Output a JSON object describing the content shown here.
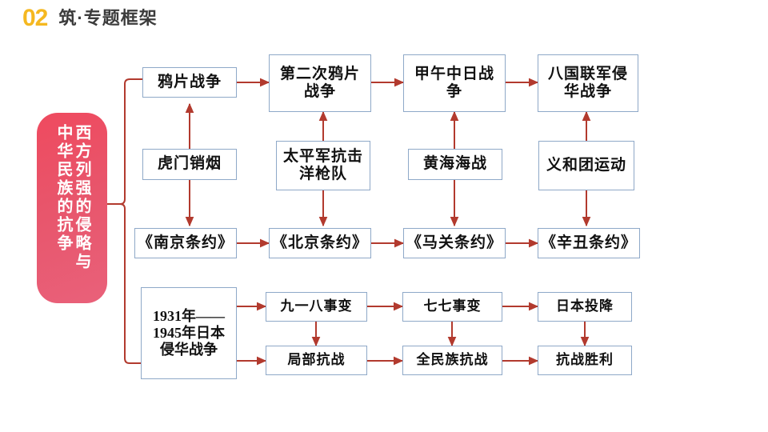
{
  "header": {
    "number": "02",
    "title": "筑·专题框架",
    "number_color": "#f5b820",
    "title_color": "#3c3c3c"
  },
  "badge": {
    "name": "root-theme-badge",
    "color": "#ea4f64",
    "line_right": "西方列强的侵略与",
    "line_left": "中华民族的抗争"
  },
  "palette": {
    "box_border": "#8ea8c8",
    "arrow": "#b23a2e",
    "box_fill": "#ffffff"
  },
  "nodes": {
    "war1": "鸦片战争",
    "war2": "第二次鸦片战争",
    "war3": "甲午中日战争",
    "war4": "八国联军侵华战争",
    "event1": "虎门销烟",
    "event2": "太平军抗击洋枪队",
    "event3": "黄海海战",
    "event4": "义和团运动",
    "treaty1": "《南京条约》",
    "treaty2": "《北京条约》",
    "treaty3": "《马关条约》",
    "treaty4": "《辛丑条约》",
    "japan_war": "1931年——1945年日本侵华战争",
    "b1": "九一八事变",
    "b2": "七七事变",
    "b3": "日本投降",
    "b4": "局部抗战",
    "b5": "全民族抗战",
    "b6": "抗战胜利"
  }
}
